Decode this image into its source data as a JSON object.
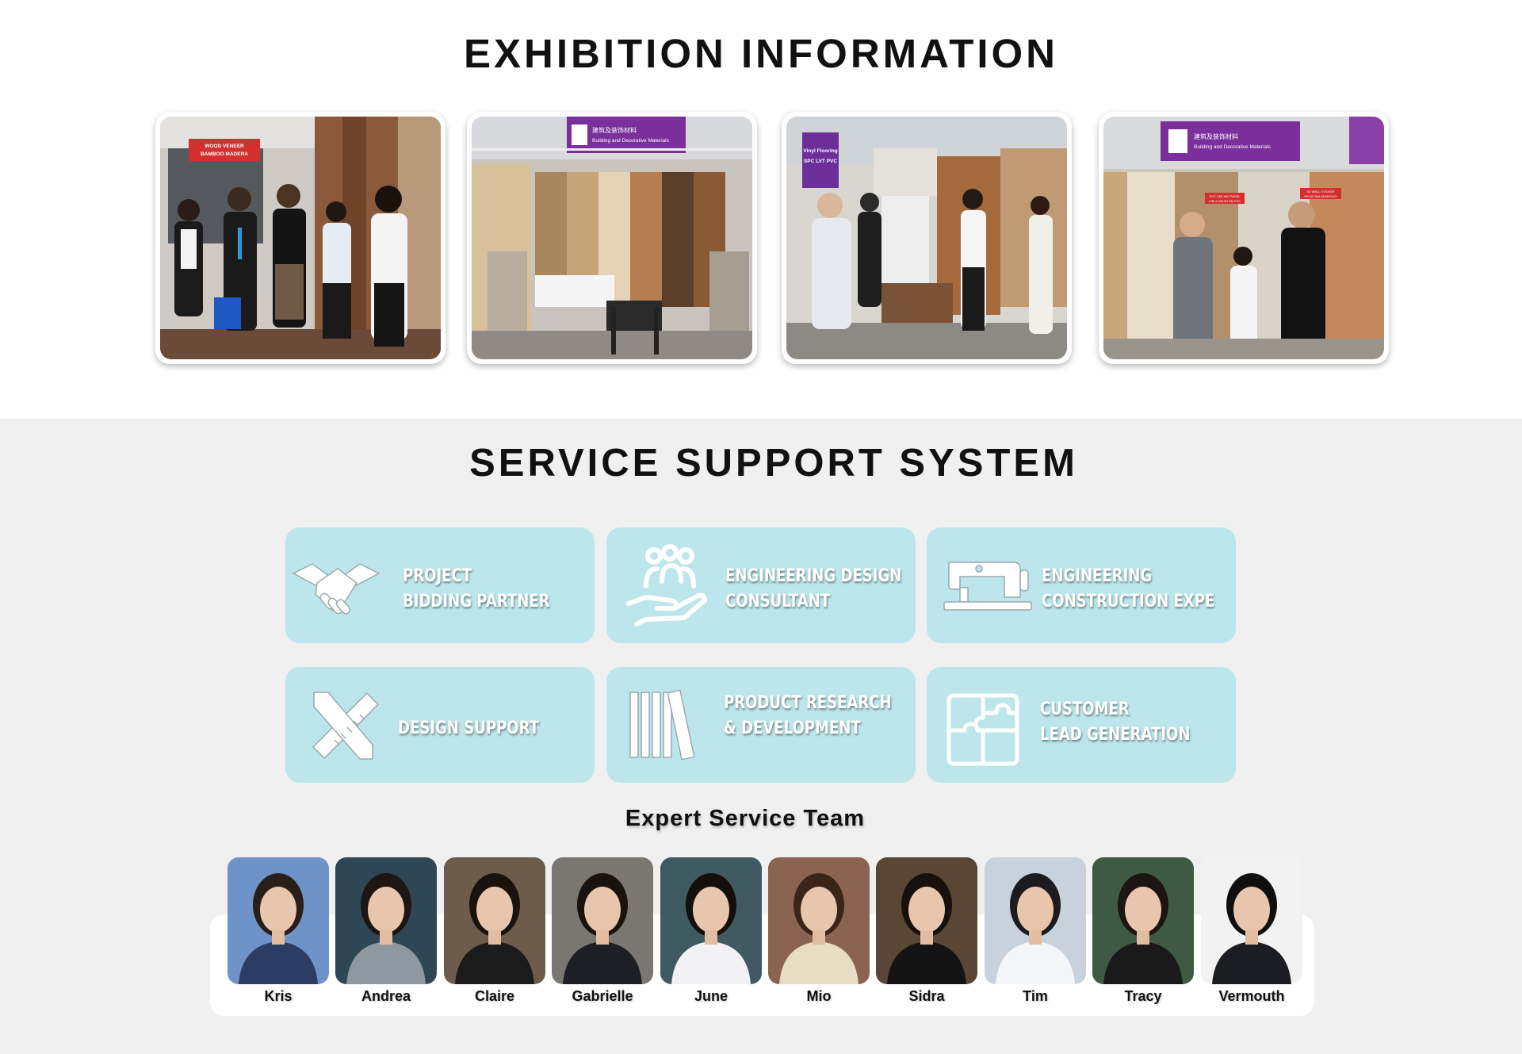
{
  "exhibition": {
    "title": "EXHIBITION INFORMATION",
    "photos": [
      {
        "sign_text": "WOOD VENEER\nBAMBOO MADERA",
        "description_icon": "booth-team-photo"
      },
      {
        "banner_cn": "建筑及装饰材料",
        "banner_en": "Building and Decorative Materials",
        "description_icon": "booth-display-photo"
      },
      {
        "sign_text": "Vinyl Flooring\nSPC LVT PVC",
        "description_icon": "booth-visitors-photo"
      },
      {
        "banner_cn": "建筑及装饰材料",
        "banner_en": "Building and Decorative Materials",
        "sign_a": "PVC CEILING PANEL\nCIELO RASO EN PVC",
        "sign_b": "3D WALL STICKER\nPEGATINA ADHESIVO",
        "description_icon": "booth-customers-photo"
      }
    ]
  },
  "service": {
    "title": "SERVICE SUPPORT SYSTEM",
    "cards": [
      {
        "line1": "PROJECT",
        "line2": "BIDDING PARTNER",
        "icon": "handshake-icon"
      },
      {
        "line1": "ENGINEERING DESIGN",
        "line2": "CONSULTANT",
        "icon": "team-hand-icon"
      },
      {
        "line1": "ENGINEERING",
        "line2": "CONSTRUCTION EXPE",
        "icon": "sewing-machine-icon"
      },
      {
        "line1": "DESIGN SUPPORT",
        "line2": "",
        "icon": "ruler-pencil-icon"
      },
      {
        "line1": "PRODUCT RESEARCH",
        "line2": "& DEVELOPMENT",
        "icon": "books-icon"
      },
      {
        "line1": "CUSTOMER",
        "line2": "LEAD GENERATION",
        "icon": "puzzle-icon"
      }
    ],
    "team_title": "Expert Service Team",
    "team": [
      {
        "name": "Kris"
      },
      {
        "name": "Andrea"
      },
      {
        "name": "Claire"
      },
      {
        "name": "Gabrielle"
      },
      {
        "name": "June"
      },
      {
        "name": "Mio"
      },
      {
        "name": "Sidra"
      },
      {
        "name": "Tim"
      },
      {
        "name": "Tracy"
      },
      {
        "name": "Vermouth"
      }
    ]
  },
  "colors": {
    "card_bg": "#bde6ec",
    "section_bg": "#f0f0f0",
    "banner_purple": "#7b2f9c",
    "sign_red": "#d32f2f"
  }
}
